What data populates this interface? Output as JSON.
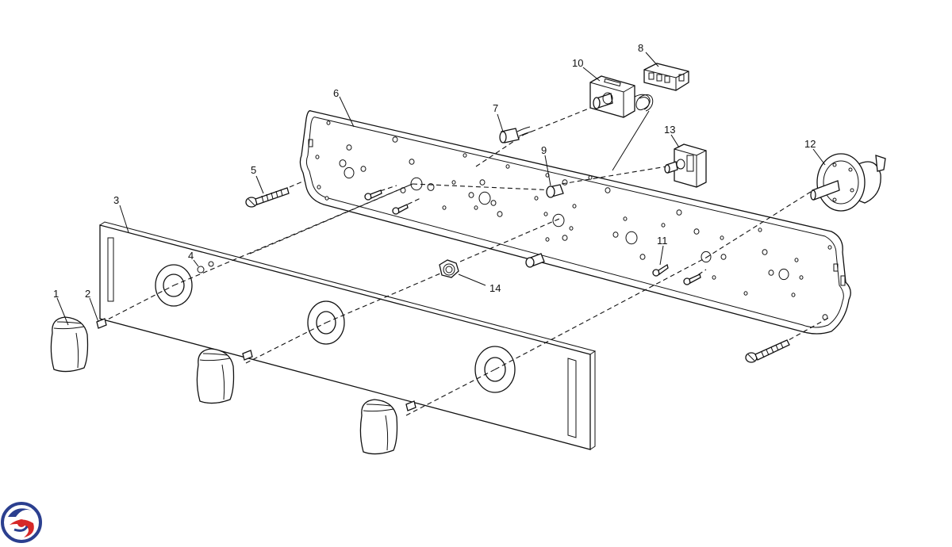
{
  "parts": [
    {
      "id": "knob",
      "label": "1"
    },
    {
      "id": "knob-insert",
      "label": "2"
    },
    {
      "id": "fascia-panel",
      "label": "3"
    },
    {
      "id": "neon-indicator",
      "label": "4"
    },
    {
      "id": "fixing-screw",
      "label": "5"
    },
    {
      "id": "control-panel",
      "label": "6"
    },
    {
      "id": "ignition-switch",
      "label": "7"
    },
    {
      "id": "switch-block",
      "label": "8"
    },
    {
      "id": "panel-clip",
      "label": "9"
    },
    {
      "id": "thermostat",
      "label": "10"
    },
    {
      "id": "panel-screw",
      "label": "11"
    },
    {
      "id": "timer",
      "label": "12"
    },
    {
      "id": "energy-regulator",
      "label": "13"
    },
    {
      "id": "fixing-nut",
      "label": "14"
    }
  ],
  "colors": {
    "line": "#111111",
    "logo_blue": "#2b3f8f",
    "logo_red": "#d62828"
  },
  "logo": {
    "name": "brand-swirl-logo"
  }
}
